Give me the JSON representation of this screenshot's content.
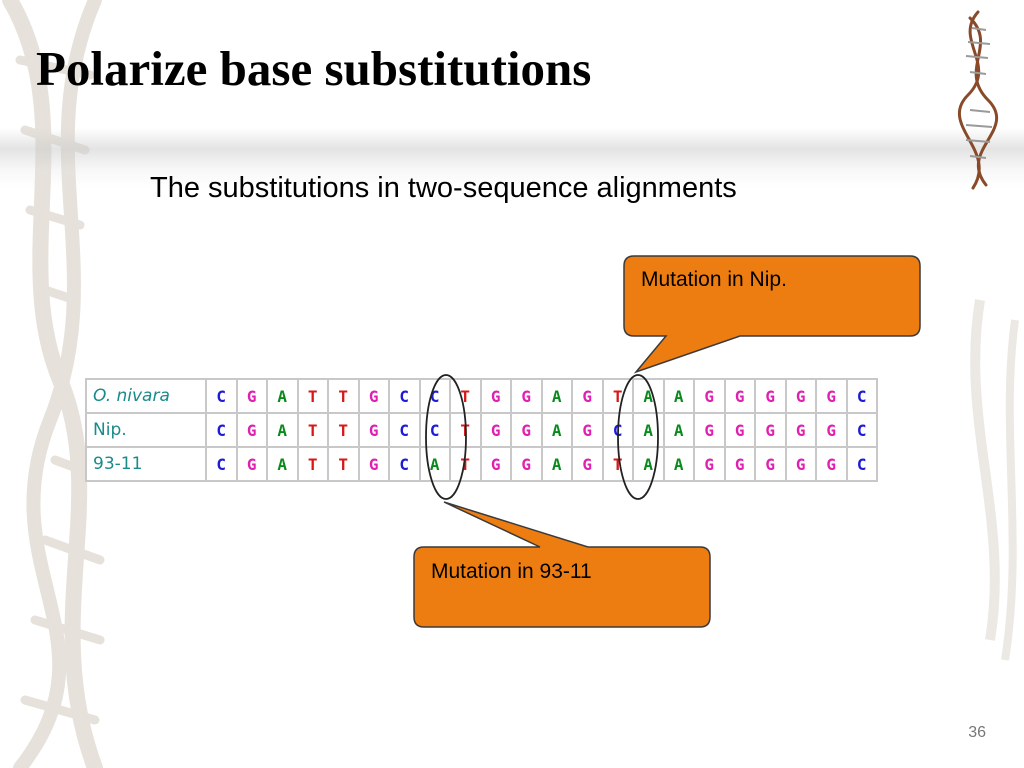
{
  "slide": {
    "title": "Polarize base substitutions",
    "subtitle": "The substitutions in two-sequence alignments",
    "page_number": "36"
  },
  "colors": {
    "C": "#1c1cd6",
    "G": "#e020b0",
    "A": "#0a8a1a",
    "T": "#d81818",
    "callout_fill": "#ee7d11",
    "callout_border": "#3a3a3a",
    "name_text": "#1a8a8a"
  },
  "alignment": {
    "rows": [
      {
        "name": "O. nivara",
        "italic": true,
        "bases": [
          "C",
          "G",
          "A",
          "T",
          "T",
          "G",
          "C",
          "C",
          "T",
          "G",
          "G",
          "A",
          "G",
          "T",
          "A",
          "A",
          "G",
          "G",
          "G",
          "G",
          "G",
          "C"
        ]
      },
      {
        "name": "Nip.",
        "italic": false,
        "bases": [
          "C",
          "G",
          "A",
          "T",
          "T",
          "G",
          "C",
          "C",
          "T",
          "G",
          "G",
          "A",
          "G",
          "C",
          "A",
          "A",
          "G",
          "G",
          "G",
          "G",
          "G",
          "C"
        ]
      },
      {
        "name": "93-11",
        "italic": false,
        "bases": [
          "C",
          "G",
          "A",
          "T",
          "T",
          "G",
          "C",
          "A",
          "T",
          "G",
          "G",
          "A",
          "G",
          "T",
          "A",
          "A",
          "G",
          "G",
          "G",
          "G",
          "G",
          "C"
        ]
      }
    ],
    "highlighted_columns": [
      7,
      13
    ]
  },
  "callouts": [
    {
      "id": "nip",
      "text": "Mutation in Nip."
    },
    {
      "id": "9311",
      "text": "Mutation in 93-11"
    }
  ]
}
